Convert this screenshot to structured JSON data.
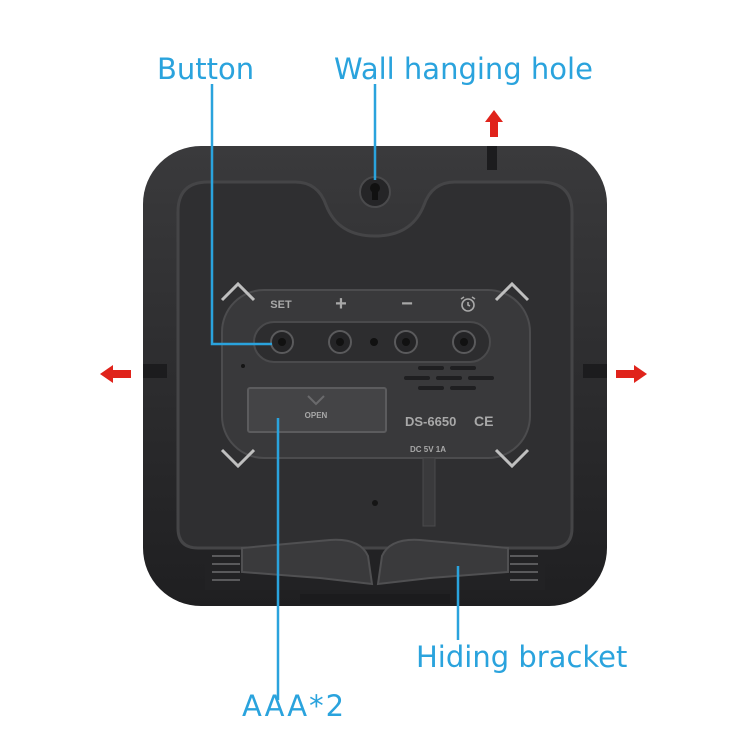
{
  "callouts": {
    "button": "Button",
    "wall_hole": "Wall hanging hole",
    "hiding_bracket": "Hiding bracket",
    "battery": "AAA*2"
  },
  "molded_text": {
    "set": "SET",
    "plus": "+",
    "minus": "−",
    "open": "OPEN",
    "model": "DS-6650",
    "ce": "CE",
    "power": "DC 5V 1A"
  },
  "icons": {
    "alarm": "alarm-clock-icon",
    "arrows": [
      "arrow-up-icon",
      "arrow-left-icon",
      "arrow-right-icon"
    ]
  },
  "colors": {
    "callout_text": "#2aa3dd",
    "leader_line": "#2aa3dd",
    "arrow": "#e0231b",
    "body": "#2b2b2d",
    "panel": "#38383a"
  }
}
